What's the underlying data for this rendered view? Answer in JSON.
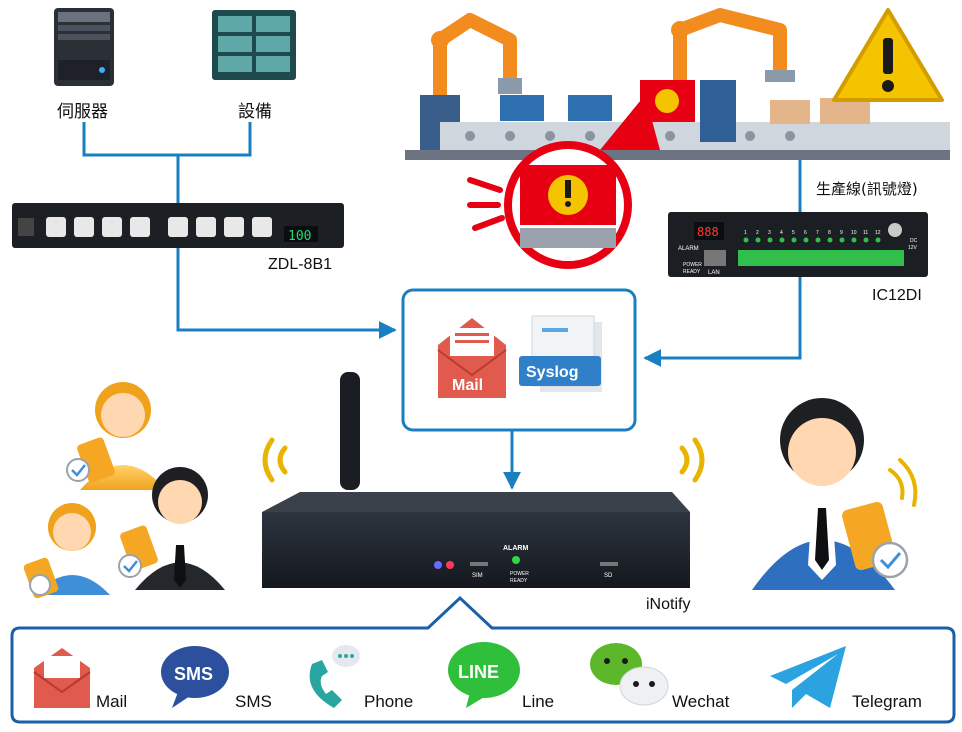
{
  "nodes": {
    "server": {
      "label": "伺服器",
      "icon": "server-tower-icon"
    },
    "equipment": {
      "label": "設備",
      "icon": "equipment-rack-icon"
    },
    "pdu": {
      "label": "ZDL-8B1",
      "display": "100"
    },
    "production_line": {
      "label": "生產線(訊號燈)"
    },
    "io_module": {
      "label": "IC12DI",
      "display": "888",
      "alarm": "ALARM",
      "lan": "LAN",
      "power": "POWER",
      "ready": "READY",
      "dc": "DC",
      "volt": "12V",
      "ports": [
        "1",
        "2",
        "3",
        "4",
        "5",
        "6",
        "7",
        "8",
        "9",
        "10",
        "11",
        "12"
      ]
    },
    "protocols": {
      "mail": "Mail",
      "syslog": "Syslog"
    },
    "inotify": {
      "label": "iNotify",
      "alarm": "ALARM",
      "power": "POWER",
      "ready": "READY",
      "sim": "SIM",
      "sd": "SD"
    }
  },
  "channels": [
    {
      "label": "Mail",
      "icon": "mail-envelope-icon"
    },
    {
      "label": "SMS",
      "icon": "sms-bubble-icon",
      "badge": "SMS"
    },
    {
      "label": "Phone",
      "icon": "phone-handset-icon"
    },
    {
      "label": "Line",
      "icon": "line-app-icon",
      "badge": "LINE"
    },
    {
      "label": "Wechat",
      "icon": "wechat-icon"
    },
    {
      "label": "Telegram",
      "icon": "telegram-plane-icon"
    }
  ],
  "colors": {
    "connector": "#1a7fc1",
    "frame": "#1a5fa8",
    "warning": "#f5c400",
    "robot": "#f28c1e",
    "alarm_red": "#e60012"
  }
}
